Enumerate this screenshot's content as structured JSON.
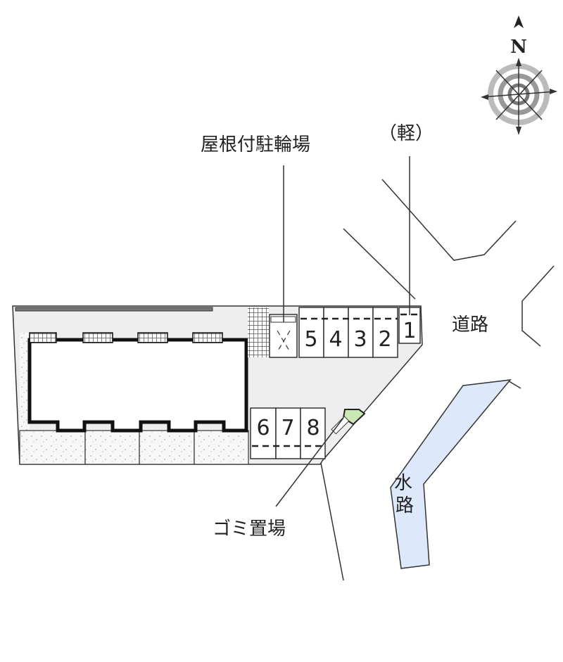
{
  "labels": {
    "covered_bicycle_parking": "屋根付駐輪場",
    "kei": "（軽）",
    "road": "道路",
    "waterway_1": "水",
    "waterway_2": "路",
    "garbage": "ゴミ置場",
    "north": "N"
  },
  "parking_spaces": [
    "1",
    "2",
    "3",
    "4",
    "5",
    "6",
    "7",
    "8"
  ],
  "colors": {
    "ground": "#eeeeee",
    "water": "#dde9fb",
    "garbage_marker": "#c9e8b4"
  }
}
